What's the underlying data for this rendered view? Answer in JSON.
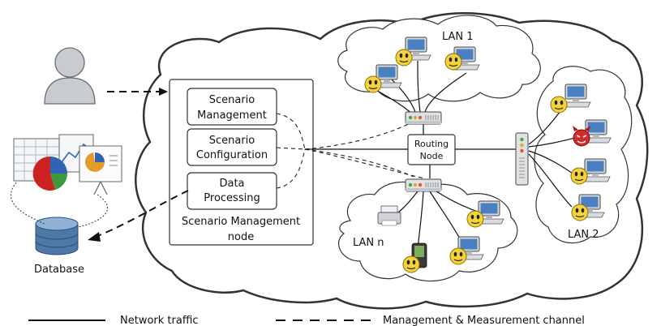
{
  "diagram": {
    "lan1_label": "LAN 1",
    "lan2_label": "LAN 2",
    "lann_label": "LAN n",
    "routing_node_line1": "Routing",
    "routing_node_line2": "Node",
    "scenario_management_line1": "Scenario",
    "scenario_management_line2": "Management",
    "scenario_configuration_line1": "Scenario",
    "scenario_configuration_line2": "Configuration",
    "data_processing_line1": "Data",
    "data_processing_line2": "Processing",
    "node_title_line1": "Scenario Management",
    "node_title_line2": "node",
    "database_label": "Database"
  },
  "legend": {
    "network_traffic": "Network traffic",
    "management_channel": "Management & Measurement channel"
  },
  "icons": {
    "user": "user-icon",
    "charts": "charts-icon",
    "database": "database-icon",
    "computer": "computer-icon",
    "smiley": "smiley-icon",
    "devil": "devil-icon",
    "switch": "switch-icon",
    "printer": "printer-icon",
    "pda": "pda-icon"
  },
  "colors": {
    "outline": "#333333",
    "monitor_blue": "#4a7fc0",
    "smiley_yellow": "#f4d33a",
    "devil_red": "#d62a2a",
    "database_blue": "#4d78a8",
    "pie_red": "#cc2222",
    "pie_blue": "#2f63b3",
    "pie_green": "#3c9a3c"
  }
}
